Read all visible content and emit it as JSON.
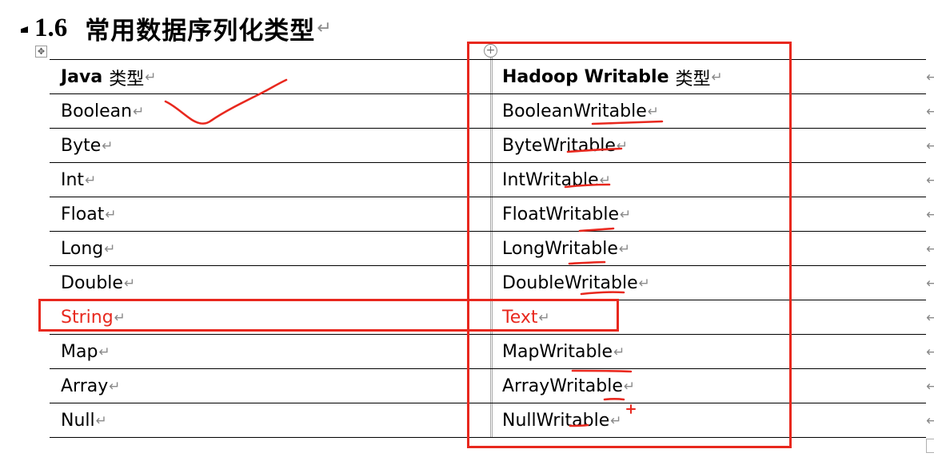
{
  "heading": {
    "number": "1.6",
    "title": "常用数据序列化类型",
    "paragraph_mark": "↵"
  },
  "table": {
    "move_handle_icon": "move-handle-icon",
    "insert_column_icon": "circle-plus-icon",
    "paragraph_mark": "↵",
    "row_end_mark": "←",
    "header": {
      "left_bold": "Java",
      "left_cjk": "类型",
      "right_bold": "Hadoop Writable",
      "right_cjk": "类型"
    },
    "rows": [
      {
        "java": "Boolean",
        "hadoop": "BooleanWritable",
        "highlighted": false
      },
      {
        "java": "Byte",
        "hadoop": "ByteWritable",
        "highlighted": false
      },
      {
        "java": "Int",
        "hadoop": "IntWritable",
        "highlighted": false
      },
      {
        "java": "Float",
        "hadoop": "FloatWritable",
        "highlighted": false
      },
      {
        "java": "Long",
        "hadoop": "LongWritable",
        "highlighted": false
      },
      {
        "java": "Double",
        "hadoop": "DoubleWritable",
        "highlighted": false
      },
      {
        "java": "String",
        "hadoop": "Text",
        "highlighted": true
      },
      {
        "java": "Map",
        "hadoop": "MapWritable",
        "highlighted": false
      },
      {
        "java": "Array",
        "hadoop": "ArrayWritable",
        "highlighted": false
      },
      {
        "java": "Null",
        "hadoop": "NullWritable",
        "highlighted": false
      }
    ]
  },
  "annotations": {
    "color": "#e8281e",
    "items": [
      "checkmark next to Boolean",
      "box around Hadoop Writable column",
      "box around String / Text row",
      "underlines under Writable suffixes"
    ]
  },
  "colors": {
    "text": "#000000",
    "highlight": "#e8281e",
    "formatting_mark": "#8a8a8a",
    "rule": "#000000"
  }
}
